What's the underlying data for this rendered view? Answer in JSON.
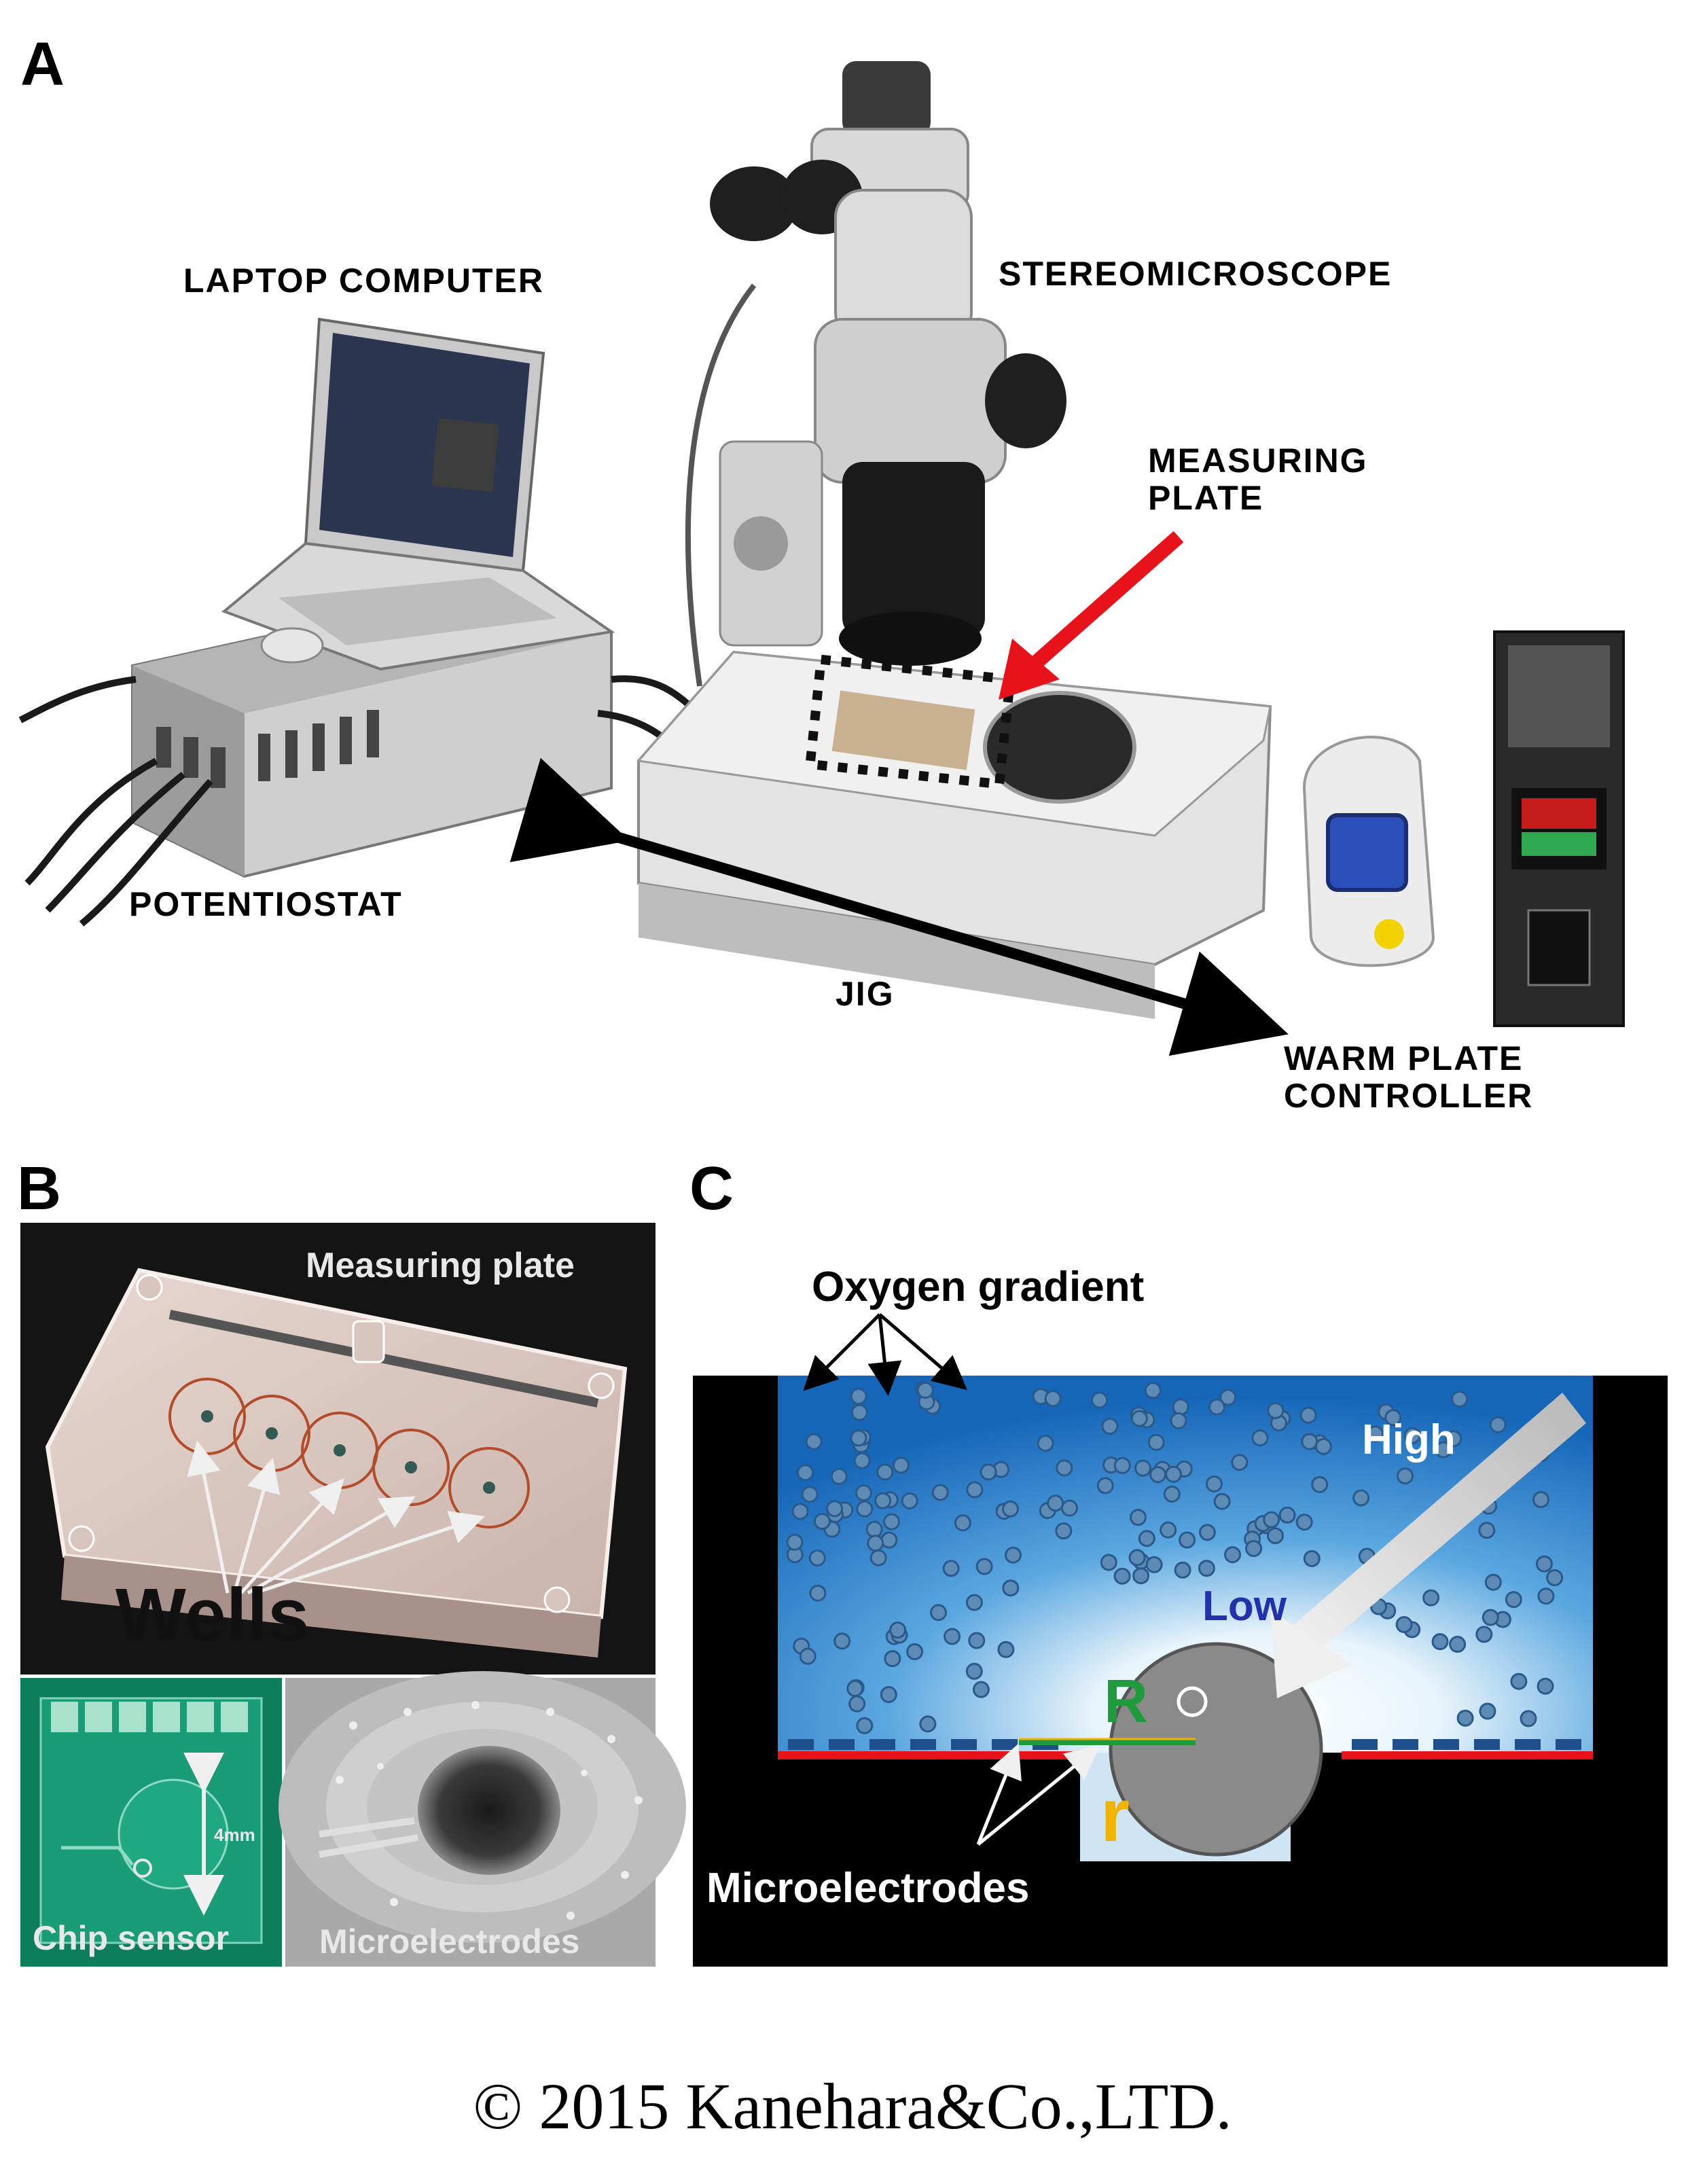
{
  "panels": {
    "a": {
      "letter": "A",
      "labels": {
        "laptop": "LAPTOP COMPUTER",
        "stereomicroscope": "STEREOMICROSCOPE",
        "measuring_plate_line1": "MEASURING",
        "measuring_plate_line2": "PLATE",
        "potentiostat": "POTENTIOSTAT",
        "jig": "JIG",
        "warm_plate_line1": "WARM PLATE",
        "warm_plate_line2": "CONTROLLER"
      }
    },
    "b": {
      "letter": "B",
      "labels": {
        "measuring_plate": "Measuring plate",
        "wells": "Wells",
        "chip_sensor": "Chip sensor",
        "dimension": "4mm",
        "microelectrodes": "Microelectrodes"
      }
    },
    "c": {
      "letter": "C",
      "labels": {
        "oxygen_gradient": "Oxygen gradient",
        "high": "High",
        "low": "Low",
        "r_upper": "R",
        "r_lower": "r",
        "microelectrodes": "Microelectrodes"
      }
    }
  },
  "colors": {
    "accent_red": "#e8121b",
    "gradient_blue": "#1a72c4",
    "gradient_light": "#e8f4fb",
    "chip_green": "#0e7d5c",
    "electrode_green": "#1f9a3c",
    "electrode_yellow": "#f0b400"
  },
  "copyright": "© 2015 Kanehara&Co.,LTD."
}
